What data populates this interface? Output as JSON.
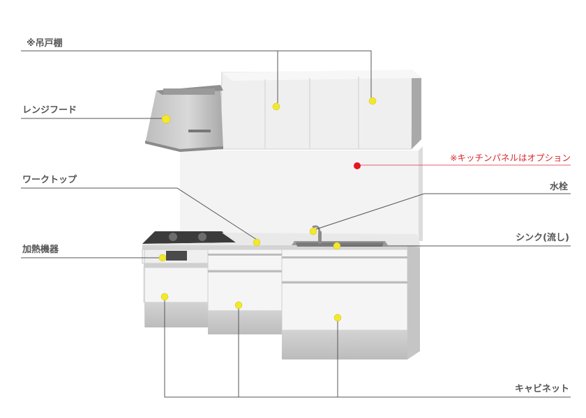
{
  "labels": {
    "wall_cabinet": "※吊戸棚",
    "range_hood": "レンジフード",
    "worktop": "ワークトップ",
    "heater": "加熱機器",
    "kitchen_panel": "※キッチンパネルはオプション",
    "faucet": "水栓",
    "sink": "シンク(流し)",
    "cabinet": "キャビネット"
  },
  "colors": {
    "marker": "#f3e82a",
    "option_marker": "#e3161f",
    "leader_line": "#555555",
    "option_line": "#e06070"
  }
}
